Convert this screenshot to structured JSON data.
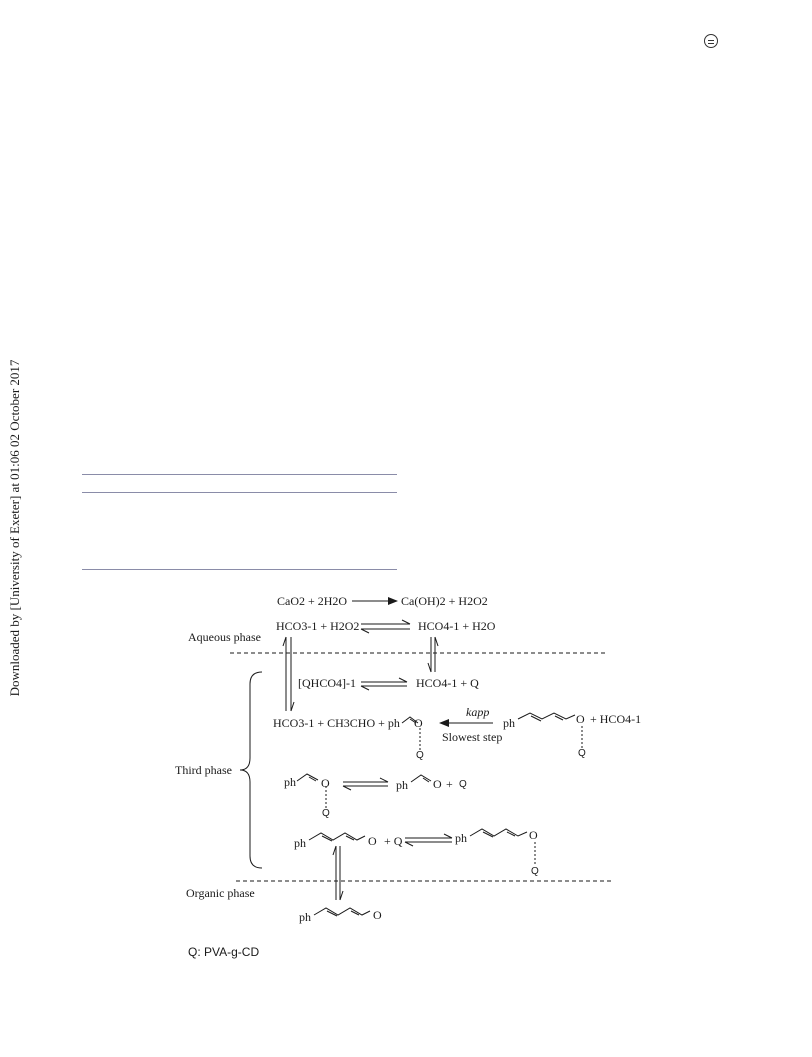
{
  "side_banner": "Downloaded by [University of Exeter] at 01:06 02 October 2017",
  "logo_icon": "open-access-icon",
  "scheme": {
    "phase_labels": {
      "aqueous": "Aqueous phase",
      "third": "Third phase",
      "organic": "Organic phase"
    },
    "equations": {
      "eq1_left": "CaO2 + 2H2O",
      "eq1_right": "Ca(OH)2 + H2O2",
      "eq2_left": "HCO3-1 + H2O2",
      "eq2_right": "HCO4-1 + H2O",
      "eq3_left": "[QHCO4]-1",
      "eq3_right": "HCO4-1 + Q",
      "eq4_left": "HCO3-1 + CH3CHO + ph",
      "eq4_right_suffix": "+ HCO4-1"
    },
    "rate_constant": "kapp",
    "slowest_step": "Slowest step",
    "atoms": {
      "ph": "ph",
      "O": "O",
      "Q": "Q",
      "plus": "+",
      "plusQ": "+ Q"
    },
    "legend": "Q: PVA-g-CD"
  }
}
